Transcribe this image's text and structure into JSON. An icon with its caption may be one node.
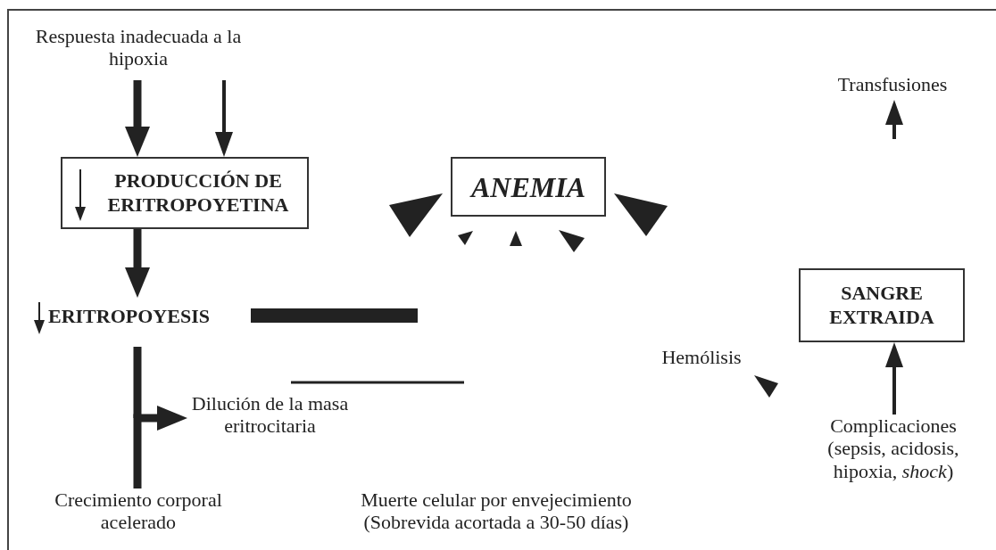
{
  "diagram": {
    "nodes": [
      {
        "text": [
          "Respuesta inadecuada a la hipoxia"
        ]
      },
      {
        "text": [
          "PRODUCCIÓN DE ERITROPOYETINA"
        ]
      },
      {
        "text": [
          "ANEMIA"
        ]
      },
      {
        "text": [
          "Transfusiones"
        ]
      },
      {
        "text": [
          "ERITROPOYESIS"
        ]
      },
      {
        "text": [
          "SANGRE EXTRAIDA"
        ]
      },
      {
        "text": [
          "Hemólisis"
        ]
      },
      {
        "text": [
          "Dilución de la masa eritrocitaria"
        ]
      },
      {
        "text": [
          "Crecimiento corporal acelerado"
        ]
      },
      {
        "text": [
          "Muerte celular por envejecimiento (Sobrevida acortada a 30-50 días)"
        ]
      },
      {
        "text": [
          "Complicaciones (sepsis, acidosis, hipoxia, *shock*)"
        ]
      },
      {
        "text": [],
        "shape": "triangle"
      }
    ],
    "edges": [
      {
        "from": 0,
        "to": 1,
        "arrow": "to",
        "style": "thick"
      },
      {
        "from": 0,
        "to": 1,
        "arrow": "to"
      },
      {
        "from": 1,
        "to": 4,
        "arrow": "to",
        "style": "thick"
      },
      {
        "from": 8,
        "to": 7,
        "arrow": "to",
        "style": "thick"
      },
      {
        "from": 10,
        "to": 5,
        "arrow": "to"
      },
      {
        "from": null,
        "to": 3,
        "arrow": "to"
      }
    ]
  }
}
